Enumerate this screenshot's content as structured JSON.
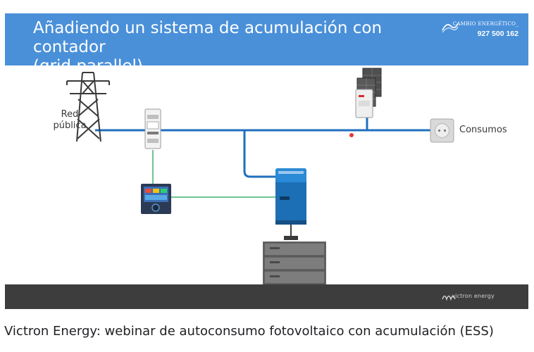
{
  "slide": {
    "title": "Añadiendo un sistema de acumulación con contador\n(grid parallel)",
    "brand": {
      "name": "CAMBIO ENERGÉTICO_",
      "phone": "927 500 162"
    },
    "labels": {
      "grid": "Red\npública",
      "loads": "Consumos"
    },
    "footer": {
      "brand_text": "victron energy"
    },
    "colors": {
      "header": "#4a90d9",
      "ac_line": "#1f6fbf",
      "comm_line": "#3cb371",
      "footer": "#3d3d3d"
    }
  },
  "caption": "Victron Energy: webinar de autoconsumo fotovoltaico con acumulación (ESS)"
}
